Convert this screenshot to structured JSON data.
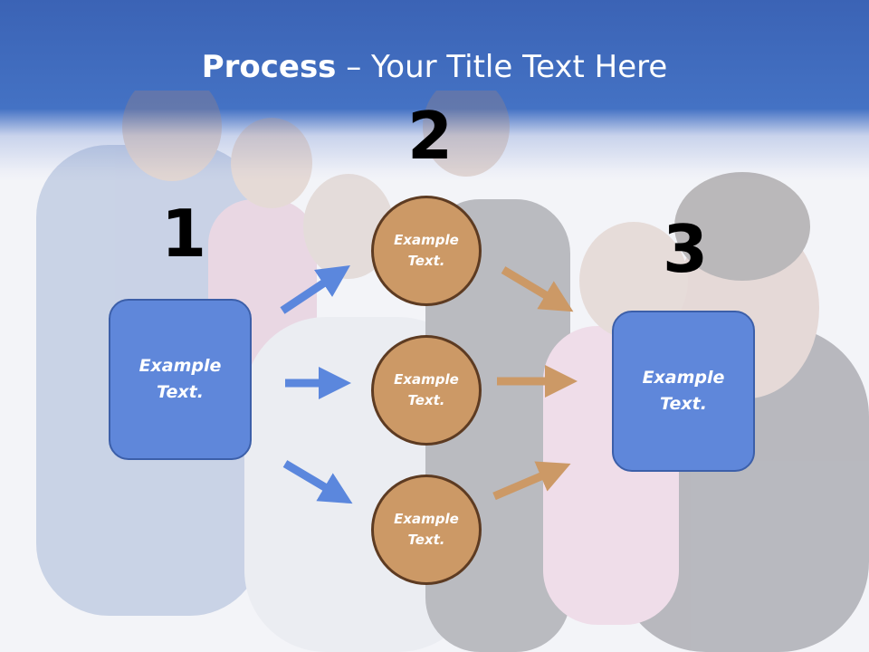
{
  "slide": {
    "title_bold": "Process",
    "title_rest": " – Your Title Text Here"
  },
  "steps": {
    "one": "1",
    "two": "2",
    "three": "3"
  },
  "left_box": {
    "line1": "Example",
    "line2": "Text."
  },
  "right_box": {
    "line1": "Example",
    "line2": "Text."
  },
  "circles": [
    {
      "line1": "Example",
      "line2": "Text."
    },
    {
      "line1": "Example",
      "line2": "Text."
    },
    {
      "line1": "Example",
      "line2": "Text."
    }
  ],
  "colors": {
    "header": "#4472c4",
    "box_fill": "#5f87da",
    "circle_fill": "#cc9966",
    "arrow_blue": "#5b87dd",
    "arrow_orange": "#cc9966"
  }
}
